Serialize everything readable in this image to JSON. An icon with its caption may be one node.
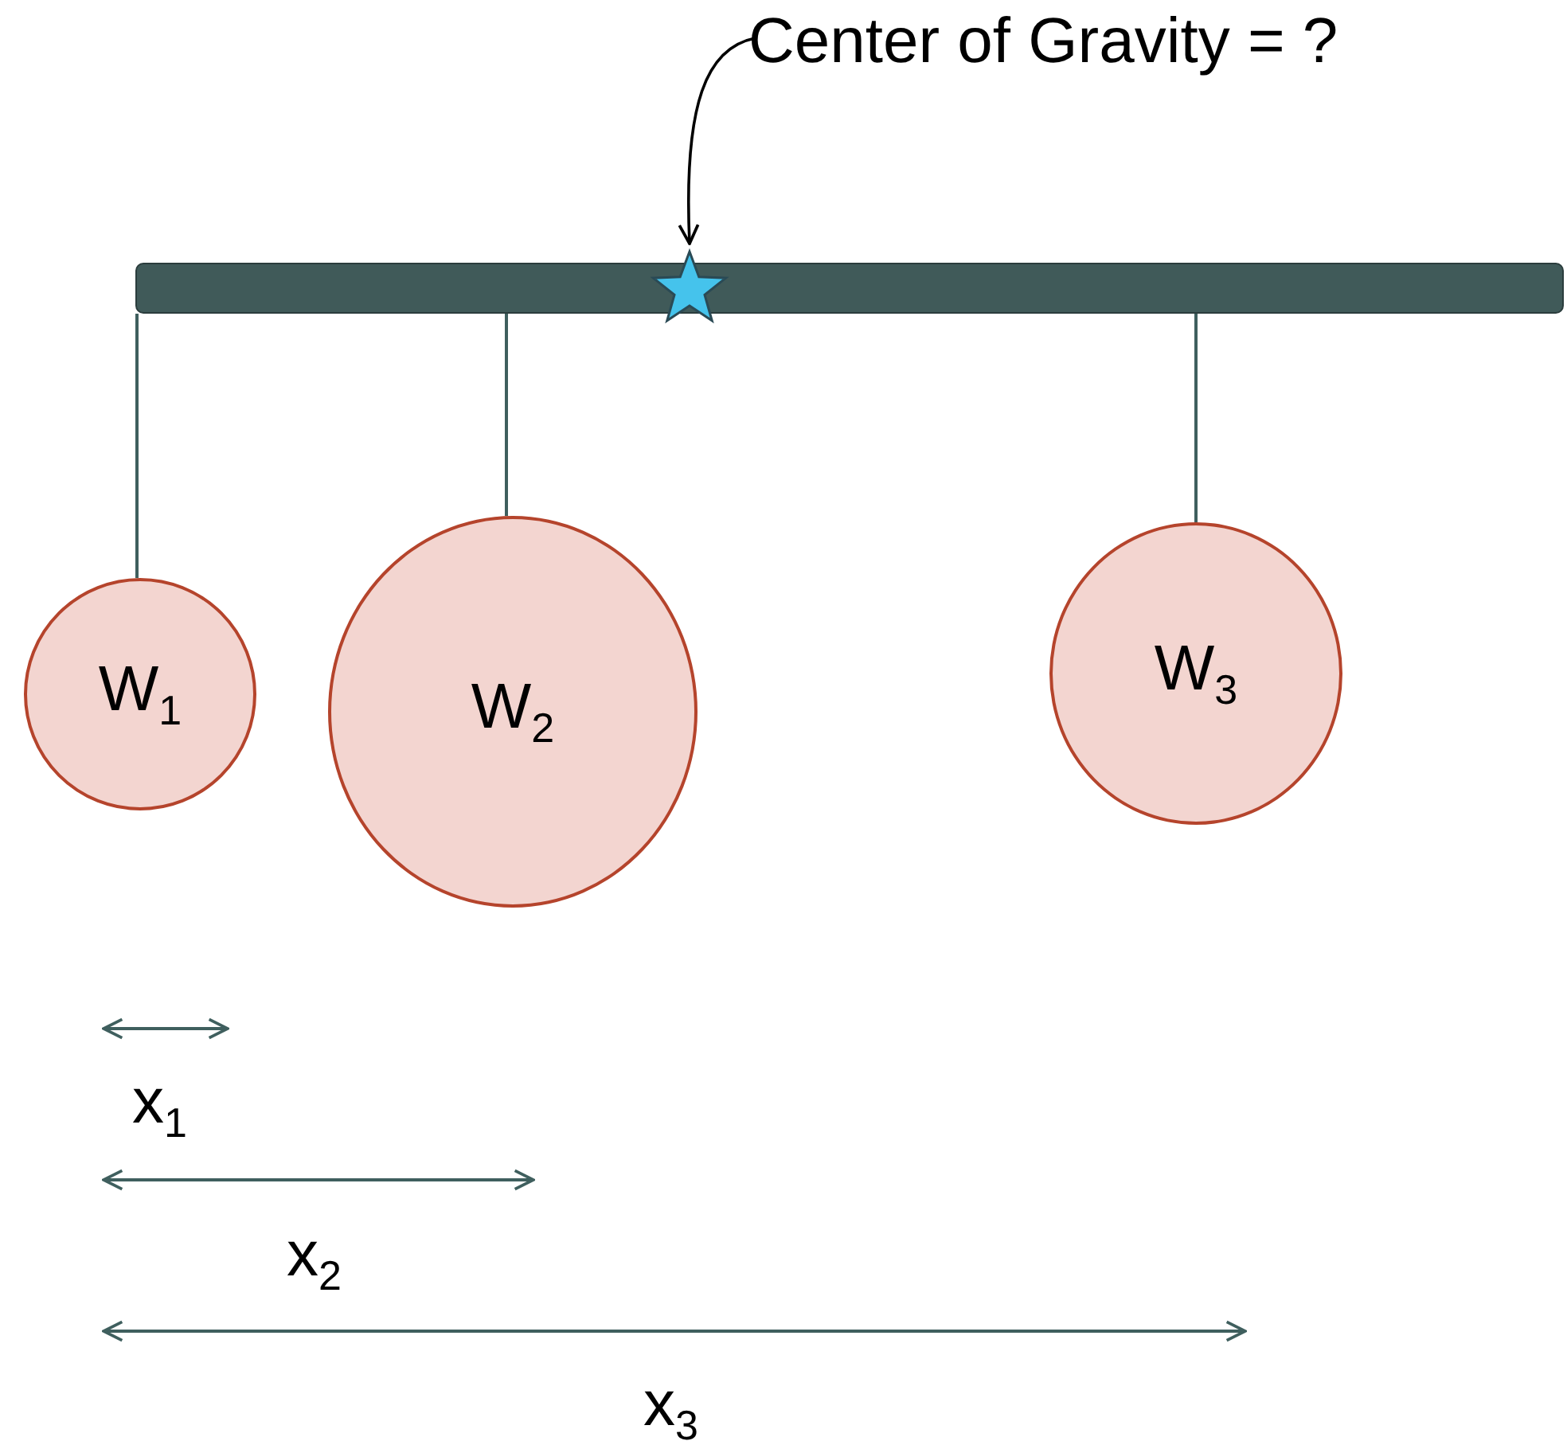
{
  "diagram": {
    "nodes": [
      {
        "text": [
          "Center of Gravity = ?"
        ]
      },
      {
        "text": [],
        "shape": "star"
      },
      {
        "text": [],
        "shape": "bar"
      },
      {
        "text": [
          "W$_{1}$"
        ]
      },
      {
        "text": [
          "W$_{2}$"
        ]
      },
      {
        "text": [
          "W$_{3}$"
        ]
      }
    ],
    "edges": [
      {
        "from": 0,
        "to": 1,
        "arrow": "to",
        "color": "#000000"
      },
      {
        "from": 2,
        "to": 3,
        "arrow": "none"
      },
      {
        "from": 2,
        "to": 4,
        "arrow": "none"
      },
      {
        "from": 2,
        "to": 5,
        "arrow": "none"
      }
    ],
    "labels": [
      "x$_{1}$",
      "x$_{2}$",
      "x$_{3}$"
    ]
  }
}
